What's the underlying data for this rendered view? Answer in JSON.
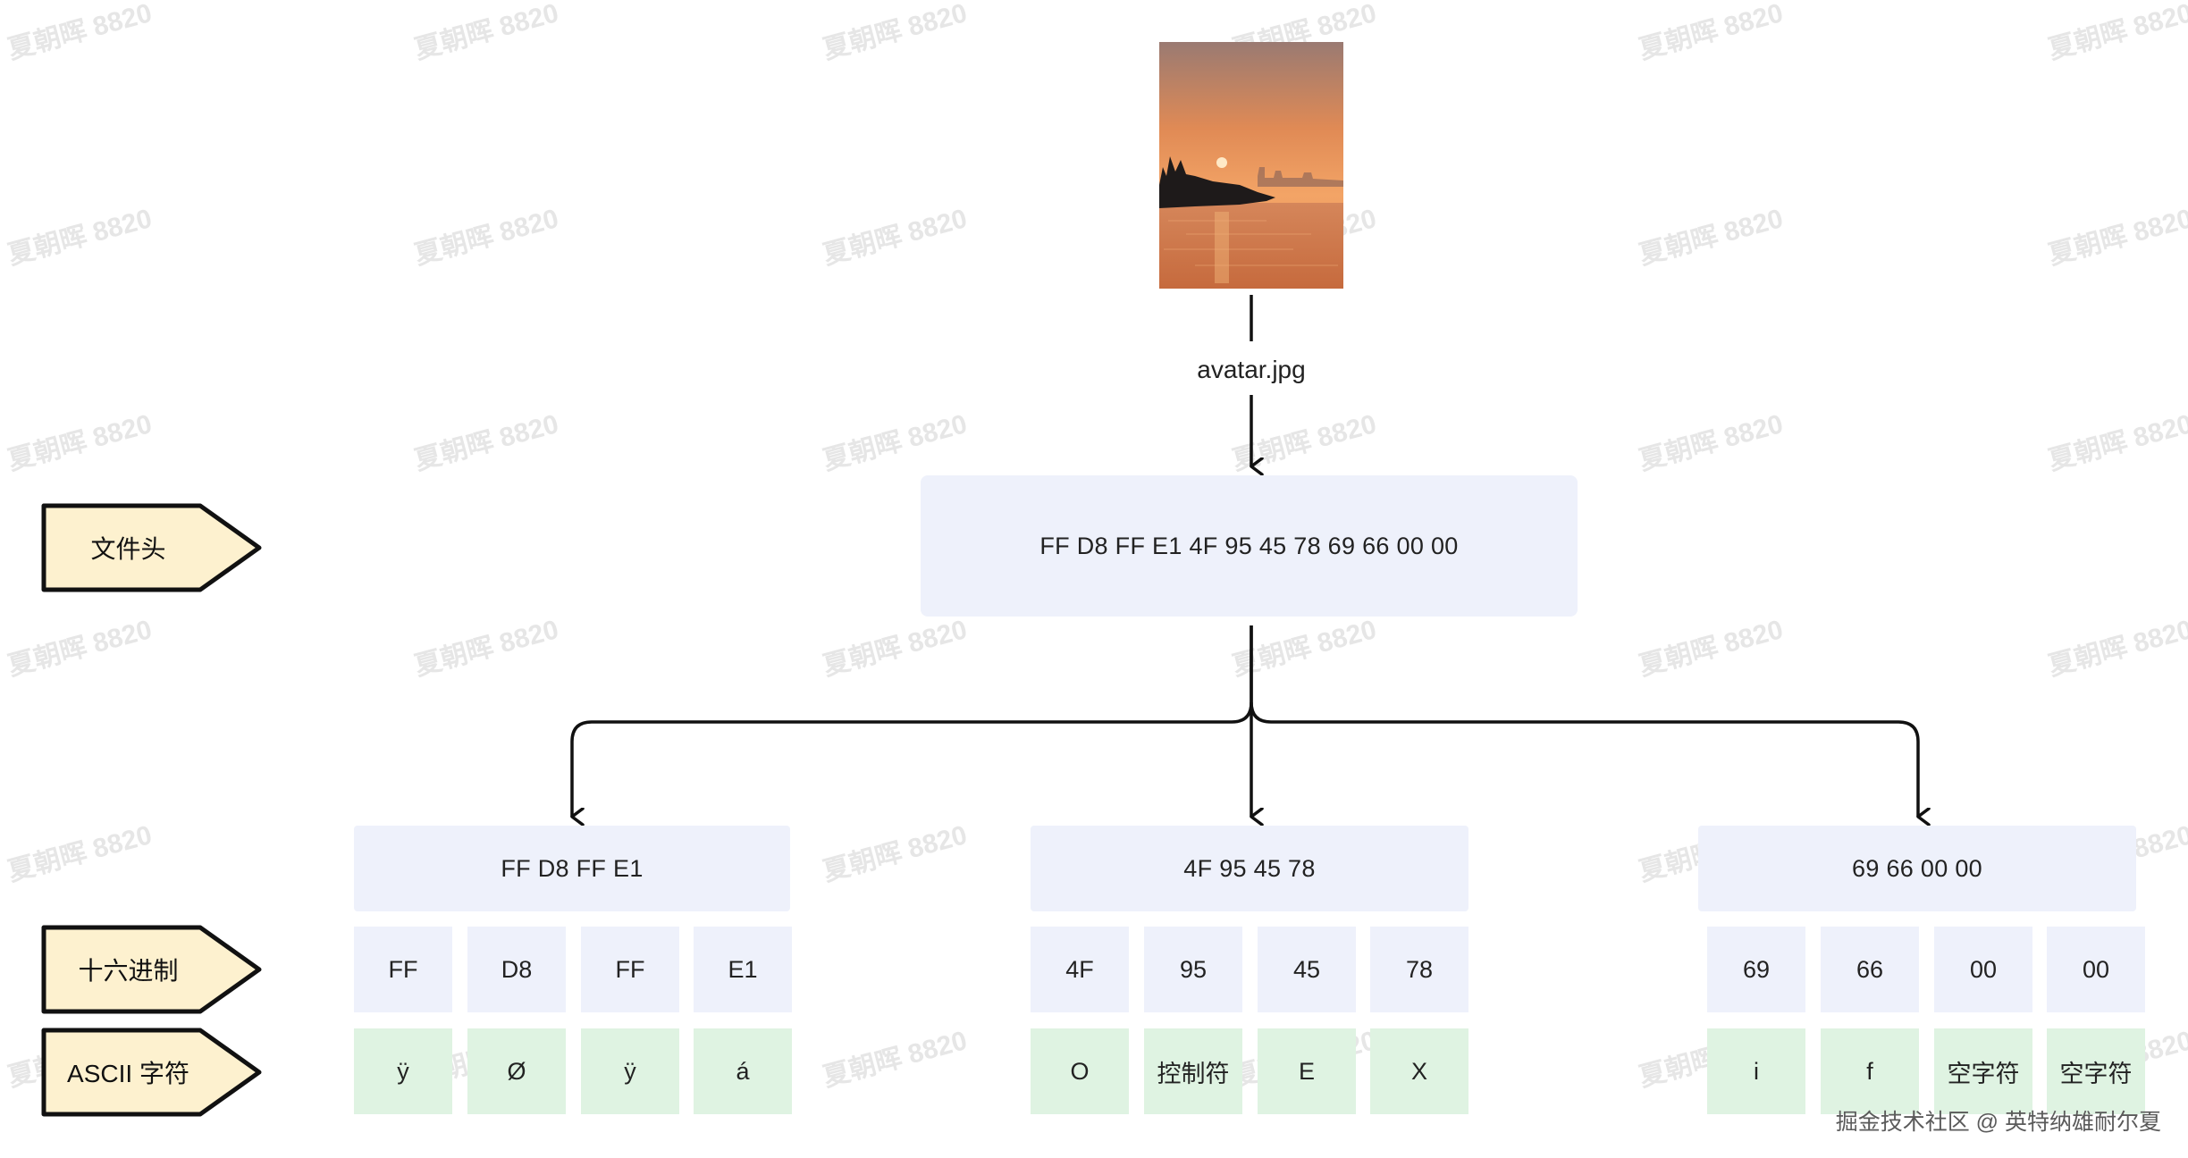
{
  "watermark": "夏朝晖 8820",
  "file": {
    "name": "avatar.jpg",
    "image_alt": "sunset-over-lake-photo"
  },
  "header_bytes": "FF D8 FF E1 4F 95 45 78 69 66 00 00",
  "groups": [
    {
      "label": "FF D8 FF E1",
      "hex": [
        "FF",
        "D8",
        "FF",
        "E1"
      ],
      "ascii": [
        "ÿ",
        "Ø",
        "ÿ",
        "á"
      ]
    },
    {
      "label": "4F 95 45 78",
      "hex": [
        "4F",
        "95",
        "45",
        "78"
      ],
      "ascii": [
        "O",
        "控制符",
        "E",
        "X"
      ]
    },
    {
      "label": "69 66 00 00",
      "hex": [
        "69",
        "66",
        "00",
        "00"
      ],
      "ascii": [
        "i",
        "f",
        "空字符",
        "空字符"
      ]
    }
  ],
  "row_labels": {
    "file_header": "文件头",
    "hex": "十六进制",
    "ascii": "ASCII 字符"
  },
  "footer": "掘金技术社区 @ 英特纳雄耐尔夏",
  "colors": {
    "tag_fill": "#fdf1cf",
    "tag_stroke": "#111111",
    "hex_fill": "#eef1fb",
    "ascii_fill": "#dff3e2",
    "line": "#111111"
  }
}
